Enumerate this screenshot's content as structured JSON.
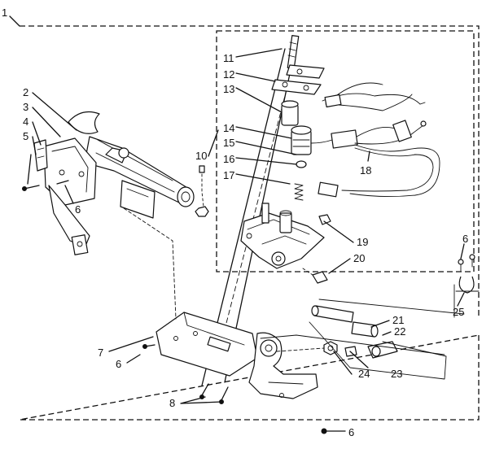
{
  "callouts": [
    {
      "id": "1",
      "label": "1"
    },
    {
      "id": "2",
      "label": "2"
    },
    {
      "id": "3",
      "label": "3"
    },
    {
      "id": "4",
      "label": "4"
    },
    {
      "id": "5",
      "label": "5"
    },
    {
      "id": "6a",
      "label": "6"
    },
    {
      "id": "6b",
      "label": "6"
    },
    {
      "id": "6c",
      "label": "6"
    },
    {
      "id": "6d",
      "label": "6"
    },
    {
      "id": "7",
      "label": "7"
    },
    {
      "id": "8",
      "label": "8"
    },
    {
      "id": "10",
      "label": "10"
    },
    {
      "id": "11",
      "label": "11"
    },
    {
      "id": "12",
      "label": "12"
    },
    {
      "id": "13",
      "label": "13"
    },
    {
      "id": "14",
      "label": "14"
    },
    {
      "id": "15",
      "label": "15"
    },
    {
      "id": "16",
      "label": "16"
    },
    {
      "id": "17",
      "label": "17"
    },
    {
      "id": "18",
      "label": "18"
    },
    {
      "id": "19",
      "label": "19"
    },
    {
      "id": "20",
      "label": "20"
    },
    {
      "id": "21",
      "label": "21"
    },
    {
      "id": "22",
      "label": "22"
    },
    {
      "id": "23",
      "label": "23"
    },
    {
      "id": "24",
      "label": "24"
    },
    {
      "id": "25",
      "label": "25"
    }
  ]
}
